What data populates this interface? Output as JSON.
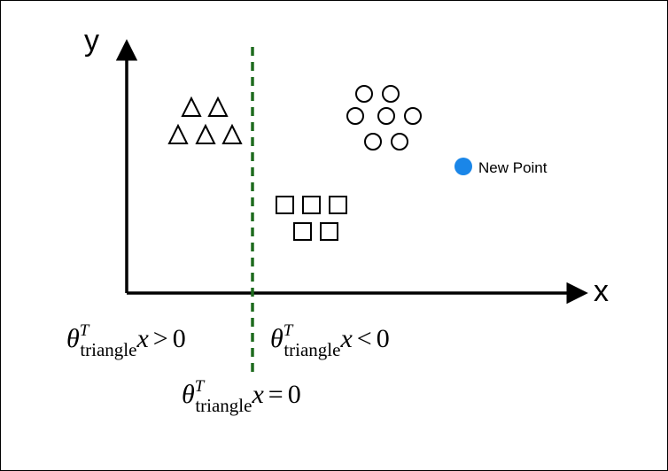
{
  "axes": {
    "x_label": "x",
    "y_label": "y",
    "color": "#000000"
  },
  "boundary": {
    "color": "#1e6b1e",
    "style": "dashed"
  },
  "new_point": {
    "label": "New Point",
    "color": "#1a86e8"
  },
  "equations": {
    "left": {
      "symbol": "θ",
      "sup": "T",
      "sub": "triangle",
      "var": "x",
      "rel": ">",
      "rhs": "0"
    },
    "right": {
      "symbol": "θ",
      "sup": "T",
      "sub": "triangle",
      "var": "x",
      "rel": "<",
      "rhs": "0"
    },
    "bottom": {
      "symbol": "θ",
      "sup": "T",
      "sub": "triangle",
      "var": "x",
      "rel": "=",
      "rhs": "0"
    }
  },
  "shapes": {
    "triangles": 5,
    "squares": 5,
    "circles": 7
  }
}
